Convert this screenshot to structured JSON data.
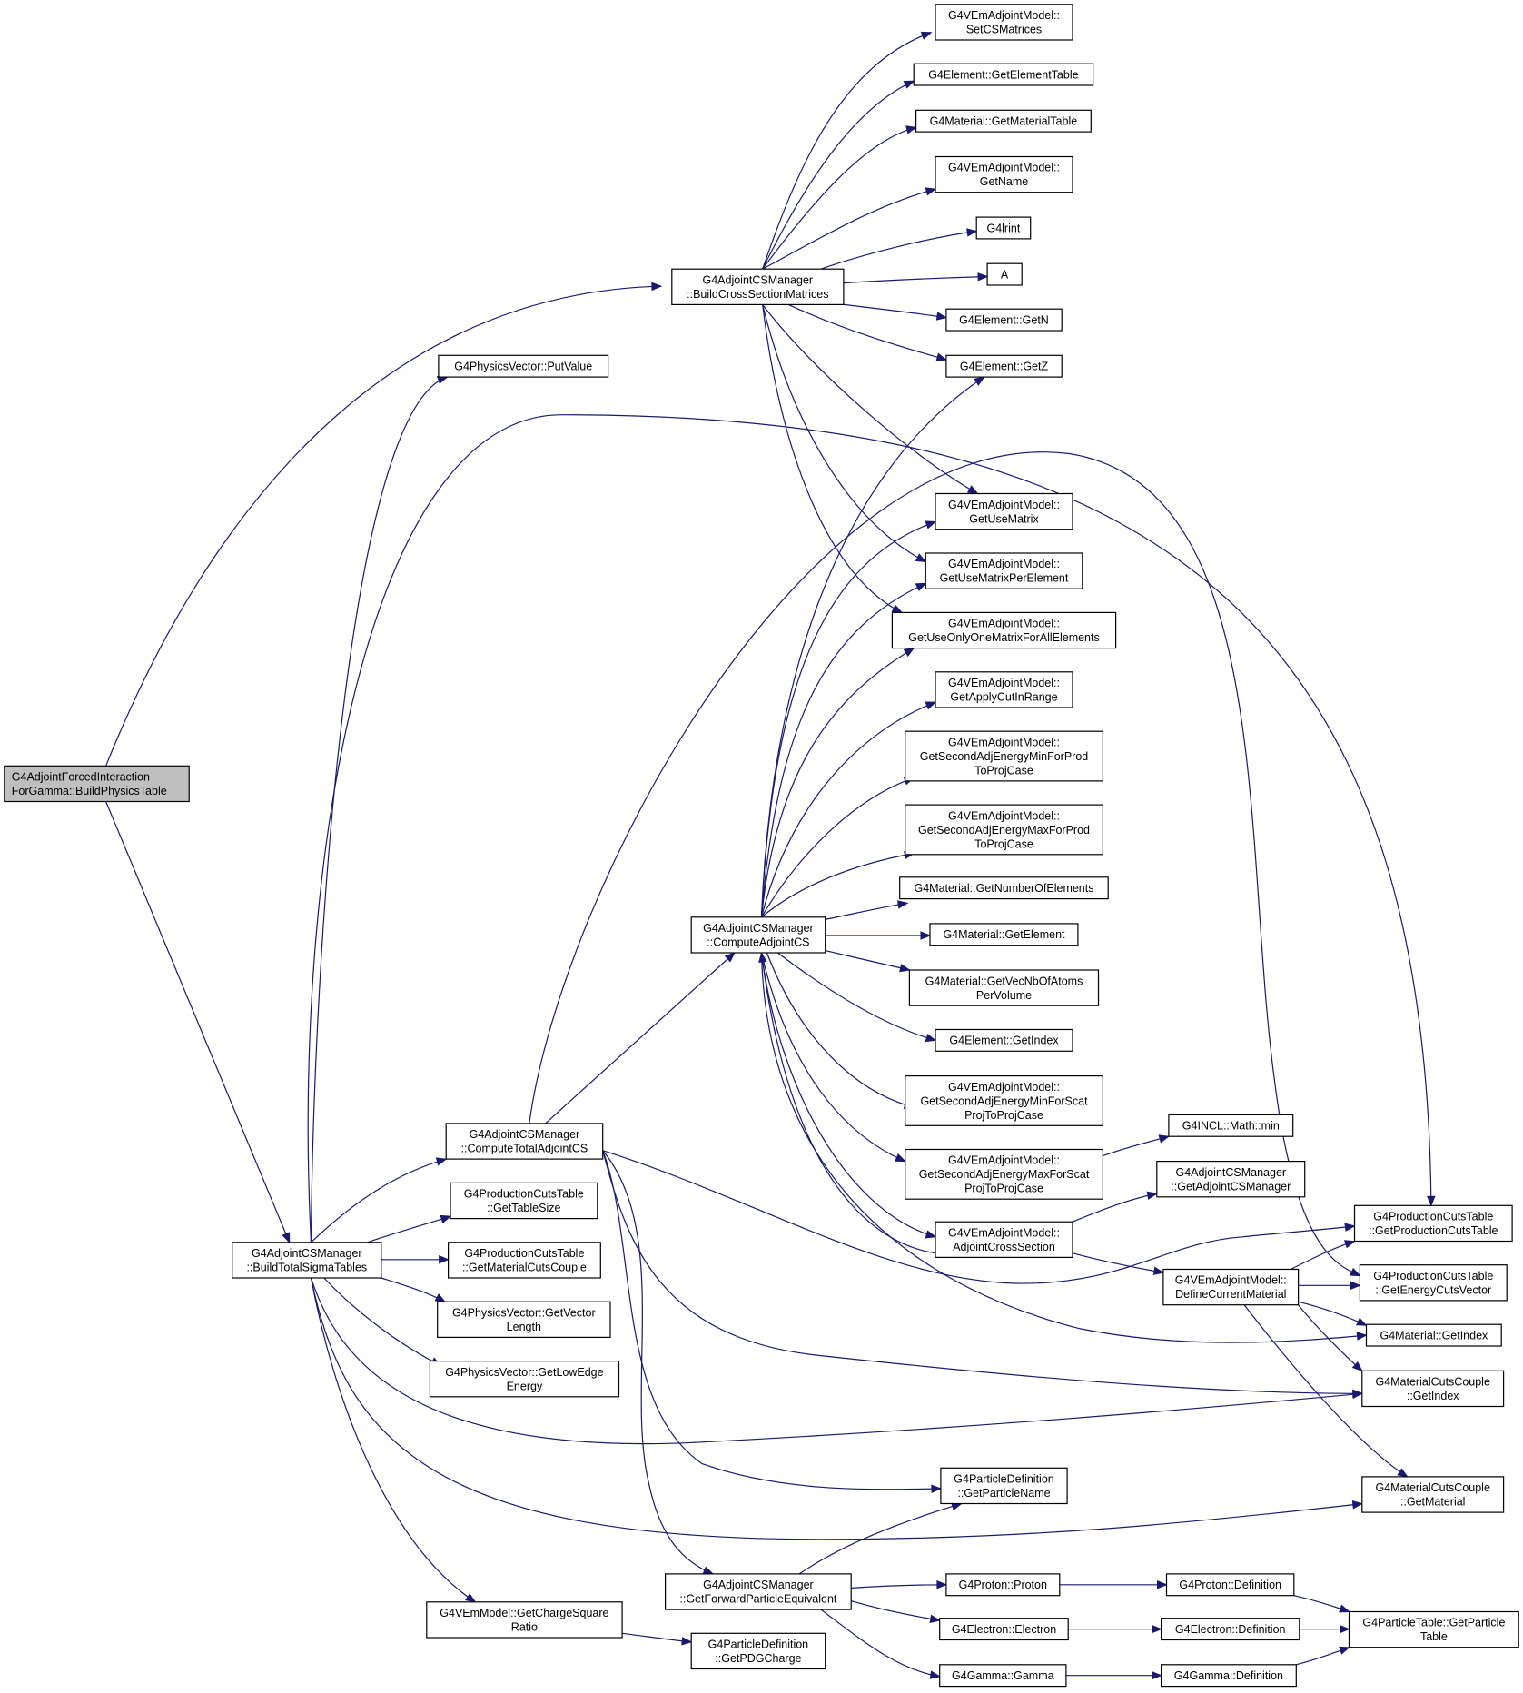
{
  "diagram": {
    "kind": "call-graph",
    "colors": {
      "edge": "#191970",
      "root_fill": "#bfbfbf",
      "node_fill": "#ffffff",
      "node_border": "#000000",
      "truncated_border": "#ff0000"
    },
    "nodes": [
      {
        "id": "root",
        "lines": [
          "G4AdjointForcedInteraction",
          "ForGamma::BuildPhysicsTable"
        ],
        "style": "root"
      },
      {
        "id": "bcsm",
        "lines": [
          "G4AdjointCSManager",
          "::BuildCrossSectionMatrices"
        ],
        "style": "normal"
      },
      {
        "id": "pv_put",
        "lines": [
          "G4PhysicsVector::PutValue"
        ],
        "style": "normal"
      },
      {
        "id": "btst",
        "lines": [
          "G4AdjointCSManager",
          "::BuildTotalSigmaTables"
        ],
        "style": "normal"
      },
      {
        "id": "vem_setcs",
        "lines": [
          "G4VEmAdjointModel::",
          "SetCSMatrices"
        ],
        "style": "normal"
      },
      {
        "id": "el_table",
        "lines": [
          "G4Element::GetElementTable"
        ],
        "style": "normal"
      },
      {
        "id": "mat_table",
        "lines": [
          "G4Material::GetMaterialTable"
        ],
        "style": "normal"
      },
      {
        "id": "vem_name",
        "lines": [
          "G4VEmAdjointModel::",
          "GetName"
        ],
        "style": "normal"
      },
      {
        "id": "lrint",
        "lines": [
          "G4lrint"
        ],
        "style": "normal"
      },
      {
        "id": "A",
        "lines": [
          "A"
        ],
        "style": "normal"
      },
      {
        "id": "el_getn",
        "lines": [
          "G4Element::GetN"
        ],
        "style": "normal"
      },
      {
        "id": "el_getz",
        "lines": [
          "G4Element::GetZ"
        ],
        "style": "normal"
      },
      {
        "id": "vem_usematrix",
        "lines": [
          "G4VEmAdjointModel::",
          "GetUseMatrix"
        ],
        "style": "normal"
      },
      {
        "id": "vem_useperel",
        "lines": [
          "G4VEmAdjointModel::",
          "GetUseMatrixPerElement"
        ],
        "style": "normal"
      },
      {
        "id": "vem_useonly",
        "lines": [
          "G4VEmAdjointModel::",
          "GetUseOnlyOneMatrixForAllElements"
        ],
        "style": "normal"
      },
      {
        "id": "vem_applycut",
        "lines": [
          "G4VEmAdjointModel::",
          "GetApplyCutInRange"
        ],
        "style": "normal"
      },
      {
        "id": "vem_minprod",
        "lines": [
          "G4VEmAdjointModel::",
          "GetSecondAdjEnergyMinForProd",
          "ToProjCase"
        ],
        "style": "normal"
      },
      {
        "id": "vem_maxprod",
        "lines": [
          "G4VEmAdjointModel::",
          "GetSecondAdjEnergyMaxForProd",
          "ToProjCase"
        ],
        "style": "normal"
      },
      {
        "id": "mat_numel",
        "lines": [
          "G4Material::GetNumberOfElements"
        ],
        "style": "normal"
      },
      {
        "id": "mat_getel",
        "lines": [
          "G4Material::GetElement"
        ],
        "style": "normal"
      },
      {
        "id": "mat_vecnb",
        "lines": [
          "G4Material::GetVecNbOfAtoms",
          "PerVolume"
        ],
        "style": "normal"
      },
      {
        "id": "el_index",
        "lines": [
          "G4Element::GetIndex"
        ],
        "style": "normal"
      },
      {
        "id": "vem_minscat",
        "lines": [
          "G4VEmAdjointModel::",
          "GetSecondAdjEnergyMinForScat",
          "ProjToProjCase"
        ],
        "style": "normal"
      },
      {
        "id": "vem_maxscat",
        "lines": [
          "G4VEmAdjointModel::",
          "GetSecondAdjEnergyMaxForScat",
          "ProjToProjCase"
        ],
        "style": "normal"
      },
      {
        "id": "vem_adjcs",
        "lines": [
          "G4VEmAdjointModel::",
          "AdjointCrossSection"
        ],
        "style": "normal"
      },
      {
        "id": "cacs",
        "lines": [
          "G4AdjointCSManager",
          "::ComputeAdjointCS"
        ],
        "style": "normal"
      },
      {
        "id": "ctacs",
        "lines": [
          "G4AdjointCSManager",
          "::ComputeTotalAdjointCS"
        ],
        "style": "normal"
      },
      {
        "id": "pct_size",
        "lines": [
          "G4ProductionCutsTable",
          "::GetTableSize"
        ],
        "style": "normal"
      },
      {
        "id": "pct_mcc",
        "lines": [
          "G4ProductionCutsTable",
          "::GetMaterialCutsCouple"
        ],
        "style": "normal"
      },
      {
        "id": "pv_veclen",
        "lines": [
          "G4PhysicsVector::GetVector",
          "Length"
        ],
        "style": "normal"
      },
      {
        "id": "pv_lowedge",
        "lines": [
          "G4PhysicsVector::GetLowEdge",
          "Energy"
        ],
        "style": "normal"
      },
      {
        "id": "vemm_charge",
        "lines": [
          "G4VEmModel::GetChargeSquare",
          "Ratio"
        ],
        "style": "normal"
      },
      {
        "id": "pd_pdg",
        "lines": [
          "G4ParticleDefinition",
          "::GetPDGCharge"
        ],
        "style": "normal"
      },
      {
        "id": "gfpe",
        "lines": [
          "G4AdjointCSManager",
          "::GetForwardParticleEquivalent"
        ],
        "style": "normal"
      },
      {
        "id": "pd_name",
        "lines": [
          "G4ParticleDefinition",
          "::GetParticleName"
        ],
        "style": "normal"
      },
      {
        "id": "incl_min",
        "lines": [
          "G4INCL::Math::min"
        ],
        "style": "normal"
      },
      {
        "id": "getadjmgr",
        "lines": [
          "G4AdjointCSManager",
          "::GetAdjointCSManager"
        ],
        "style": "truncated"
      },
      {
        "id": "vem_defmat",
        "lines": [
          "G4VEmAdjointModel::",
          "DefineCurrentMaterial"
        ],
        "style": "truncated"
      },
      {
        "id": "pct_get",
        "lines": [
          "G4ProductionCutsTable",
          "::GetProductionCutsTable"
        ],
        "style": "normal"
      },
      {
        "id": "pct_energy",
        "lines": [
          "G4ProductionCutsTable",
          "::GetEnergyCutsVector"
        ],
        "style": "normal"
      },
      {
        "id": "mat_index",
        "lines": [
          "G4Material::GetIndex"
        ],
        "style": "normal"
      },
      {
        "id": "mcc_index",
        "lines": [
          "G4MaterialCutsCouple",
          "::GetIndex"
        ],
        "style": "normal"
      },
      {
        "id": "mcc_mat",
        "lines": [
          "G4MaterialCutsCouple",
          "::GetMaterial"
        ],
        "style": "normal"
      },
      {
        "id": "proton",
        "lines": [
          "G4Proton::Proton"
        ],
        "style": "normal"
      },
      {
        "id": "electron",
        "lines": [
          "G4Electron::Electron"
        ],
        "style": "normal"
      },
      {
        "id": "gamma",
        "lines": [
          "G4Gamma::Gamma"
        ],
        "style": "normal"
      },
      {
        "id": "proton_def",
        "lines": [
          "G4Proton::Definition"
        ],
        "style": "truncated"
      },
      {
        "id": "electron_def",
        "lines": [
          "G4Electron::Definition"
        ],
        "style": "truncated"
      },
      {
        "id": "gamma_def",
        "lines": [
          "G4Gamma::Definition"
        ],
        "style": "truncated"
      },
      {
        "id": "ptable",
        "lines": [
          "G4ParticleTable::GetParticle",
          "Table"
        ],
        "style": "truncated"
      }
    ],
    "edges": [
      {
        "from": "root",
        "to": "bcsm"
      },
      {
        "from": "root",
        "to": "btst"
      },
      {
        "from": "bcsm",
        "to": "vem_setcs"
      },
      {
        "from": "bcsm",
        "to": "el_table"
      },
      {
        "from": "bcsm",
        "to": "mat_table"
      },
      {
        "from": "bcsm",
        "to": "vem_name"
      },
      {
        "from": "bcsm",
        "to": "lrint"
      },
      {
        "from": "bcsm",
        "to": "A"
      },
      {
        "from": "bcsm",
        "to": "el_getn"
      },
      {
        "from": "bcsm",
        "to": "el_getz"
      },
      {
        "from": "bcsm",
        "to": "vem_usematrix"
      },
      {
        "from": "bcsm",
        "to": "vem_useperel"
      },
      {
        "from": "bcsm",
        "to": "vem_useonly"
      },
      {
        "from": "btst",
        "to": "pv_put"
      },
      {
        "from": "btst",
        "to": "pct_get"
      },
      {
        "from": "btst",
        "to": "ctacs"
      },
      {
        "from": "btst",
        "to": "pct_size"
      },
      {
        "from": "btst",
        "to": "pct_mcc"
      },
      {
        "from": "btst",
        "to": "pv_veclen"
      },
      {
        "from": "btst",
        "to": "pv_lowedge"
      },
      {
        "from": "btst",
        "to": "mcc_index"
      },
      {
        "from": "btst",
        "to": "mcc_mat"
      },
      {
        "from": "btst",
        "to": "vemm_charge"
      },
      {
        "from": "ctacs",
        "to": "cacs"
      },
      {
        "from": "ctacs",
        "to": "pct_energy"
      },
      {
        "from": "ctacs",
        "to": "pct_get"
      },
      {
        "from": "ctacs",
        "to": "mcc_index"
      },
      {
        "from": "ctacs",
        "to": "pd_name"
      },
      {
        "from": "ctacs",
        "to": "gfpe"
      },
      {
        "from": "cacs",
        "to": "el_getz"
      },
      {
        "from": "cacs",
        "to": "vem_usematrix"
      },
      {
        "from": "cacs",
        "to": "vem_useperel"
      },
      {
        "from": "cacs",
        "to": "vem_useonly"
      },
      {
        "from": "cacs",
        "to": "vem_applycut"
      },
      {
        "from": "cacs",
        "to": "vem_minprod"
      },
      {
        "from": "cacs",
        "to": "vem_maxprod"
      },
      {
        "from": "cacs",
        "to": "mat_numel"
      },
      {
        "from": "cacs",
        "to": "mat_getel"
      },
      {
        "from": "cacs",
        "to": "mat_vecnb"
      },
      {
        "from": "cacs",
        "to": "el_index"
      },
      {
        "from": "cacs",
        "to": "vem_minscat"
      },
      {
        "from": "cacs",
        "to": "vem_maxscat"
      },
      {
        "from": "cacs",
        "to": "vem_adjcs"
      },
      {
        "from": "cacs",
        "to": "mat_index"
      },
      {
        "from": "vem_maxscat",
        "to": "incl_min"
      },
      {
        "from": "vem_adjcs",
        "to": "cacs"
      },
      {
        "from": "vem_adjcs",
        "to": "getadjmgr"
      },
      {
        "from": "vem_adjcs",
        "to": "vem_defmat"
      },
      {
        "from": "vem_defmat",
        "to": "pct_get"
      },
      {
        "from": "vem_defmat",
        "to": "pct_energy"
      },
      {
        "from": "vem_defmat",
        "to": "mat_index"
      },
      {
        "from": "vem_defmat",
        "to": "mcc_index"
      },
      {
        "from": "vem_defmat",
        "to": "mcc_mat"
      },
      {
        "from": "vemm_charge",
        "to": "pd_pdg"
      },
      {
        "from": "gfpe",
        "to": "pd_name"
      },
      {
        "from": "gfpe",
        "to": "proton"
      },
      {
        "from": "gfpe",
        "to": "electron"
      },
      {
        "from": "gfpe",
        "to": "gamma"
      },
      {
        "from": "proton",
        "to": "proton_def"
      },
      {
        "from": "electron",
        "to": "electron_def"
      },
      {
        "from": "gamma",
        "to": "gamma_def"
      },
      {
        "from": "proton_def",
        "to": "ptable"
      },
      {
        "from": "electron_def",
        "to": "ptable"
      },
      {
        "from": "gamma_def",
        "to": "ptable"
      }
    ]
  }
}
